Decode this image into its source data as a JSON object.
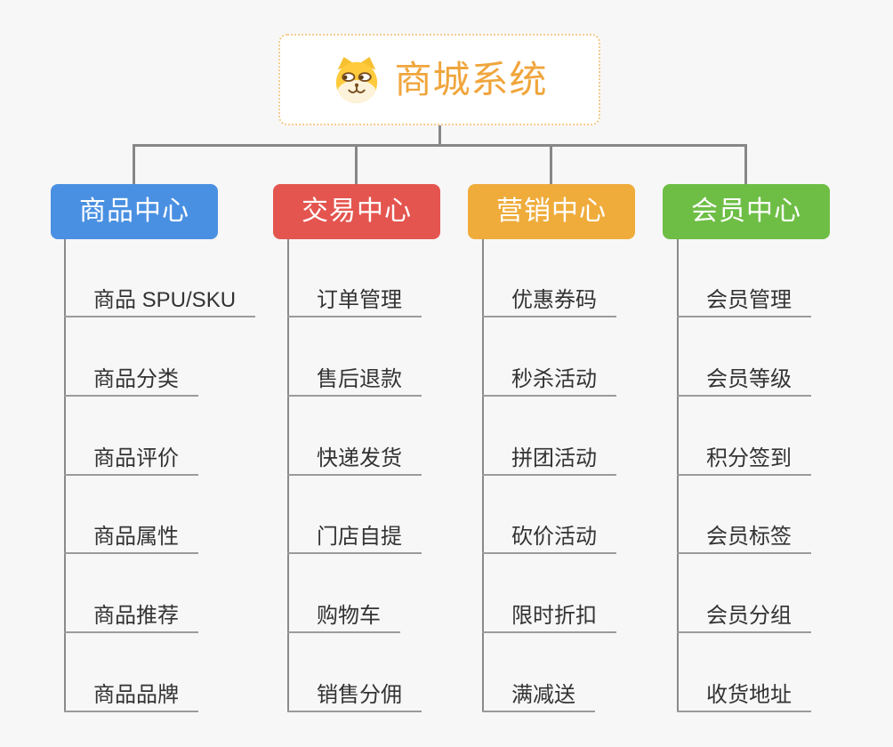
{
  "root": {
    "label": "商城系统",
    "icon": "dog-face-icon",
    "text_color": "#f0a53c",
    "border_color": "#f6ca8d"
  },
  "branches": [
    {
      "label": "商品中心",
      "color": "#4a90e2",
      "children": [
        "商品 SPU/SKU",
        "商品分类",
        "商品评价",
        "商品属性",
        "商品推荐",
        "商品品牌"
      ]
    },
    {
      "label": "交易中心",
      "color": "#e4554f",
      "children": [
        "订单管理",
        "售后退款",
        "快递发货",
        "门店自提",
        "购物车",
        "销售分佣"
      ]
    },
    {
      "label": "营销中心",
      "color": "#efac3b",
      "children": [
        "优惠券码",
        "秒杀活动",
        "拼团活动",
        "砍价活动",
        "限时折扣",
        "满减送"
      ]
    },
    {
      "label": "会员中心",
      "color": "#6ebe45",
      "children": [
        "会员管理",
        "会员等级",
        "积分签到",
        "会员标签",
        "会员分组",
        "收货地址"
      ]
    }
  ],
  "colors": {
    "background": "#f7f7f7",
    "connector": "#878787",
    "child_underline": "#9b9b9b",
    "child_text": "#333333"
  }
}
